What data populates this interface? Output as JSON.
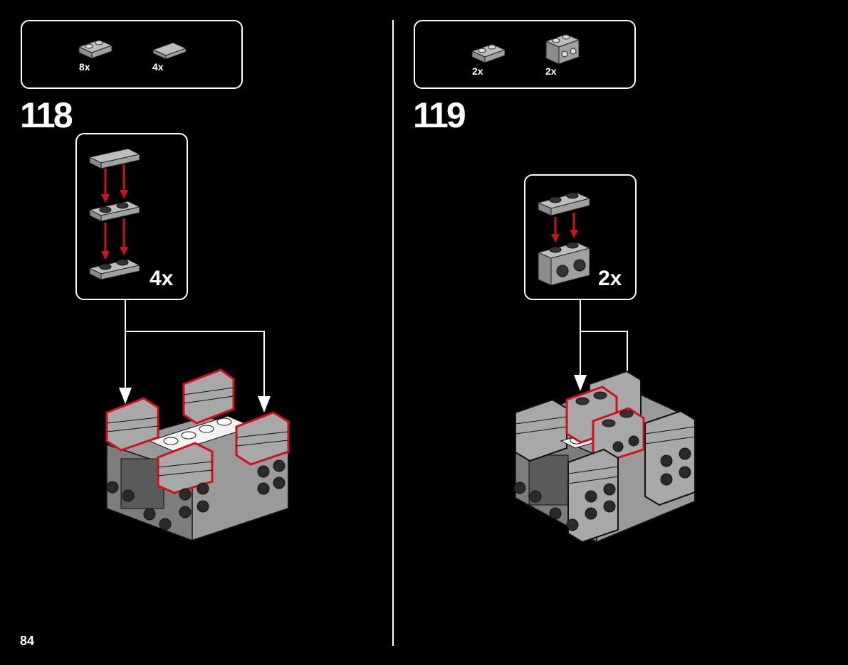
{
  "page_number": "84",
  "steps": [
    {
      "number": "118",
      "parts": [
        {
          "icon": "plate-1x2-icon",
          "qty": "8x"
        },
        {
          "icon": "tile-1x2-icon",
          "qty": "4x"
        }
      ],
      "subassembly_multiplier": "4x"
    },
    {
      "number": "119",
      "parts": [
        {
          "icon": "plate-1x2-icon",
          "qty": "2x"
        },
        {
          "icon": "brick-1x2-studs-on-side-icon",
          "qty": "2x"
        }
      ],
      "subassembly_multiplier": "2x"
    }
  ],
  "colors": {
    "background": "#000000",
    "part_grey": "#a8a8a8",
    "highlight_red": "#d0101a",
    "arrow": "#ffffff"
  }
}
